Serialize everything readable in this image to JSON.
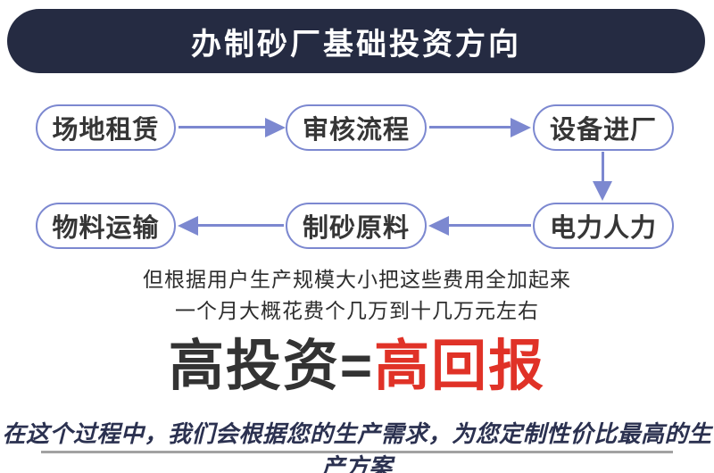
{
  "header": {
    "title": "办制砂厂基础投资方向"
  },
  "flow": {
    "row1": [
      {
        "label": "场地租赁"
      },
      {
        "label": "审核流程"
      },
      {
        "label": "设备进厂"
      }
    ],
    "row2": [
      {
        "label": "物料运输"
      },
      {
        "label": "制砂原料"
      },
      {
        "label": "电力人力"
      }
    ],
    "sequence_note": "场地租赁→审核流程→设备进厂→电力人力→制砂原料→物料运输"
  },
  "description": {
    "line1": "但根据用户生产规模大小把这些费用全加起来",
    "line2": "一个月大概花费个几万到十几万元左右"
  },
  "headline": {
    "dark": "高投资=",
    "red": "高回报"
  },
  "tagline": {
    "text": "在这个过程中，我们会根据您的生产需求，为您定制性价比最高的生产方案"
  },
  "colors": {
    "banner_bg": "#252b42",
    "banner_text": "#ffffff",
    "box_border": "#7c88d0",
    "arrow": "#7c88d0",
    "box_text": "#363636",
    "headline_dark": "#333333",
    "headline_red": "#e03227",
    "tagline_text": "#2b3150",
    "rule": "#a2a2a2"
  }
}
